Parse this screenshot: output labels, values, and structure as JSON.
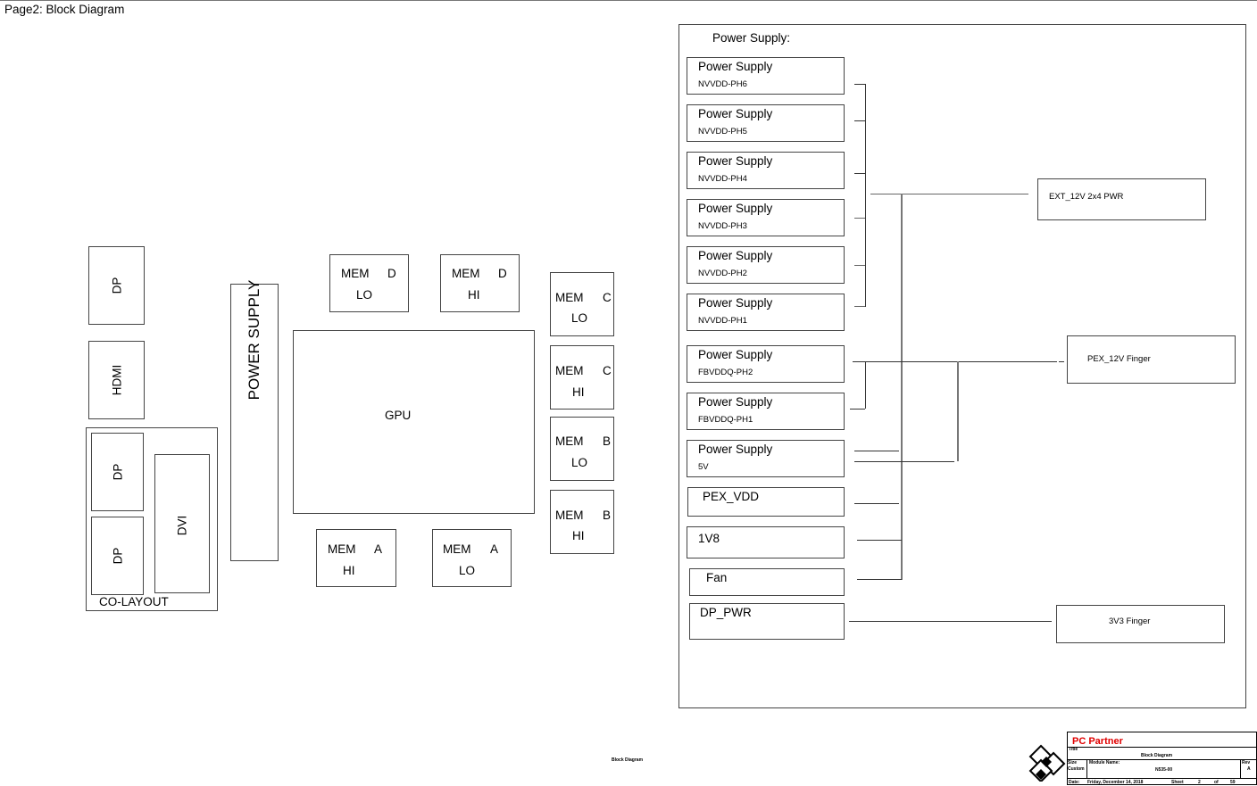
{
  "page": {
    "title": "Page2: Block Diagram",
    "footer_center": "Block Diagram"
  },
  "left": {
    "connectors": [
      {
        "label": "DP"
      },
      {
        "label": "HDMI"
      }
    ],
    "colayout": {
      "label": "CO-LAYOUT",
      "items": [
        {
          "label": "DP"
        },
        {
          "label": "DP"
        },
        {
          "label": "DVI"
        }
      ]
    },
    "power_supply": "POWER SUPPLY"
  },
  "gpu": {
    "label": "GPU"
  },
  "memory": [
    {
      "name": "MEM",
      "channel": "D",
      "bank": "LO"
    },
    {
      "name": "MEM",
      "channel": "D",
      "bank": "HI"
    },
    {
      "name": "MEM",
      "channel": "C",
      "bank": "LO"
    },
    {
      "name": "MEM",
      "channel": "C",
      "bank": "HI"
    },
    {
      "name": "MEM",
      "channel": "B",
      "bank": "LO"
    },
    {
      "name": "MEM",
      "channel": "B",
      "bank": "HI"
    },
    {
      "name": "MEM",
      "channel": "A",
      "bank": "HI"
    },
    {
      "name": "MEM",
      "channel": "A",
      "bank": "LO"
    }
  ],
  "power_panel": {
    "heading": "Power Supply:",
    "supplies": [
      {
        "title": "Power Supply",
        "rail": "NVVDD-PH6"
      },
      {
        "title": "Power Supply",
        "rail": "NVVDD-PH5"
      },
      {
        "title": "Power Supply",
        "rail": "NVVDD-PH4"
      },
      {
        "title": "Power Supply",
        "rail": "NVVDD-PH3"
      },
      {
        "title": "Power Supply",
        "rail": "NVVDD-PH2"
      },
      {
        "title": "Power Supply",
        "rail": "NVVDD-PH1"
      },
      {
        "title": "Power Supply",
        "rail": "FBVDDQ-PH2"
      },
      {
        "title": "Power Supply",
        "rail": "FBVDDQ-PH1"
      },
      {
        "title": "Power Supply",
        "rail": "5V"
      }
    ],
    "rails": [
      {
        "label": "PEX_VDD"
      },
      {
        "label": "1V8"
      },
      {
        "label": "Fan"
      },
      {
        "label": "DP_PWR"
      }
    ],
    "sources": [
      {
        "label": "EXT_12V 2x4 PWR"
      },
      {
        "label": "PEX_12V Finger"
      },
      {
        "label": "3V3 Finger"
      }
    ]
  },
  "title_block": {
    "company": "PC Partner",
    "company_color": "#e00000",
    "title_label": "Title",
    "title": "Block Diagram",
    "size_label": "Size",
    "size_value": "Custom",
    "module_label": "Module Name:",
    "module": "N535-00",
    "rev_label": "Rev",
    "rev": "A",
    "date_label": "Date:",
    "date": "Friday, December 14, 2018",
    "sheet_label": "Sheet",
    "sheet": "2",
    "of_label": "of",
    "total": "59"
  }
}
